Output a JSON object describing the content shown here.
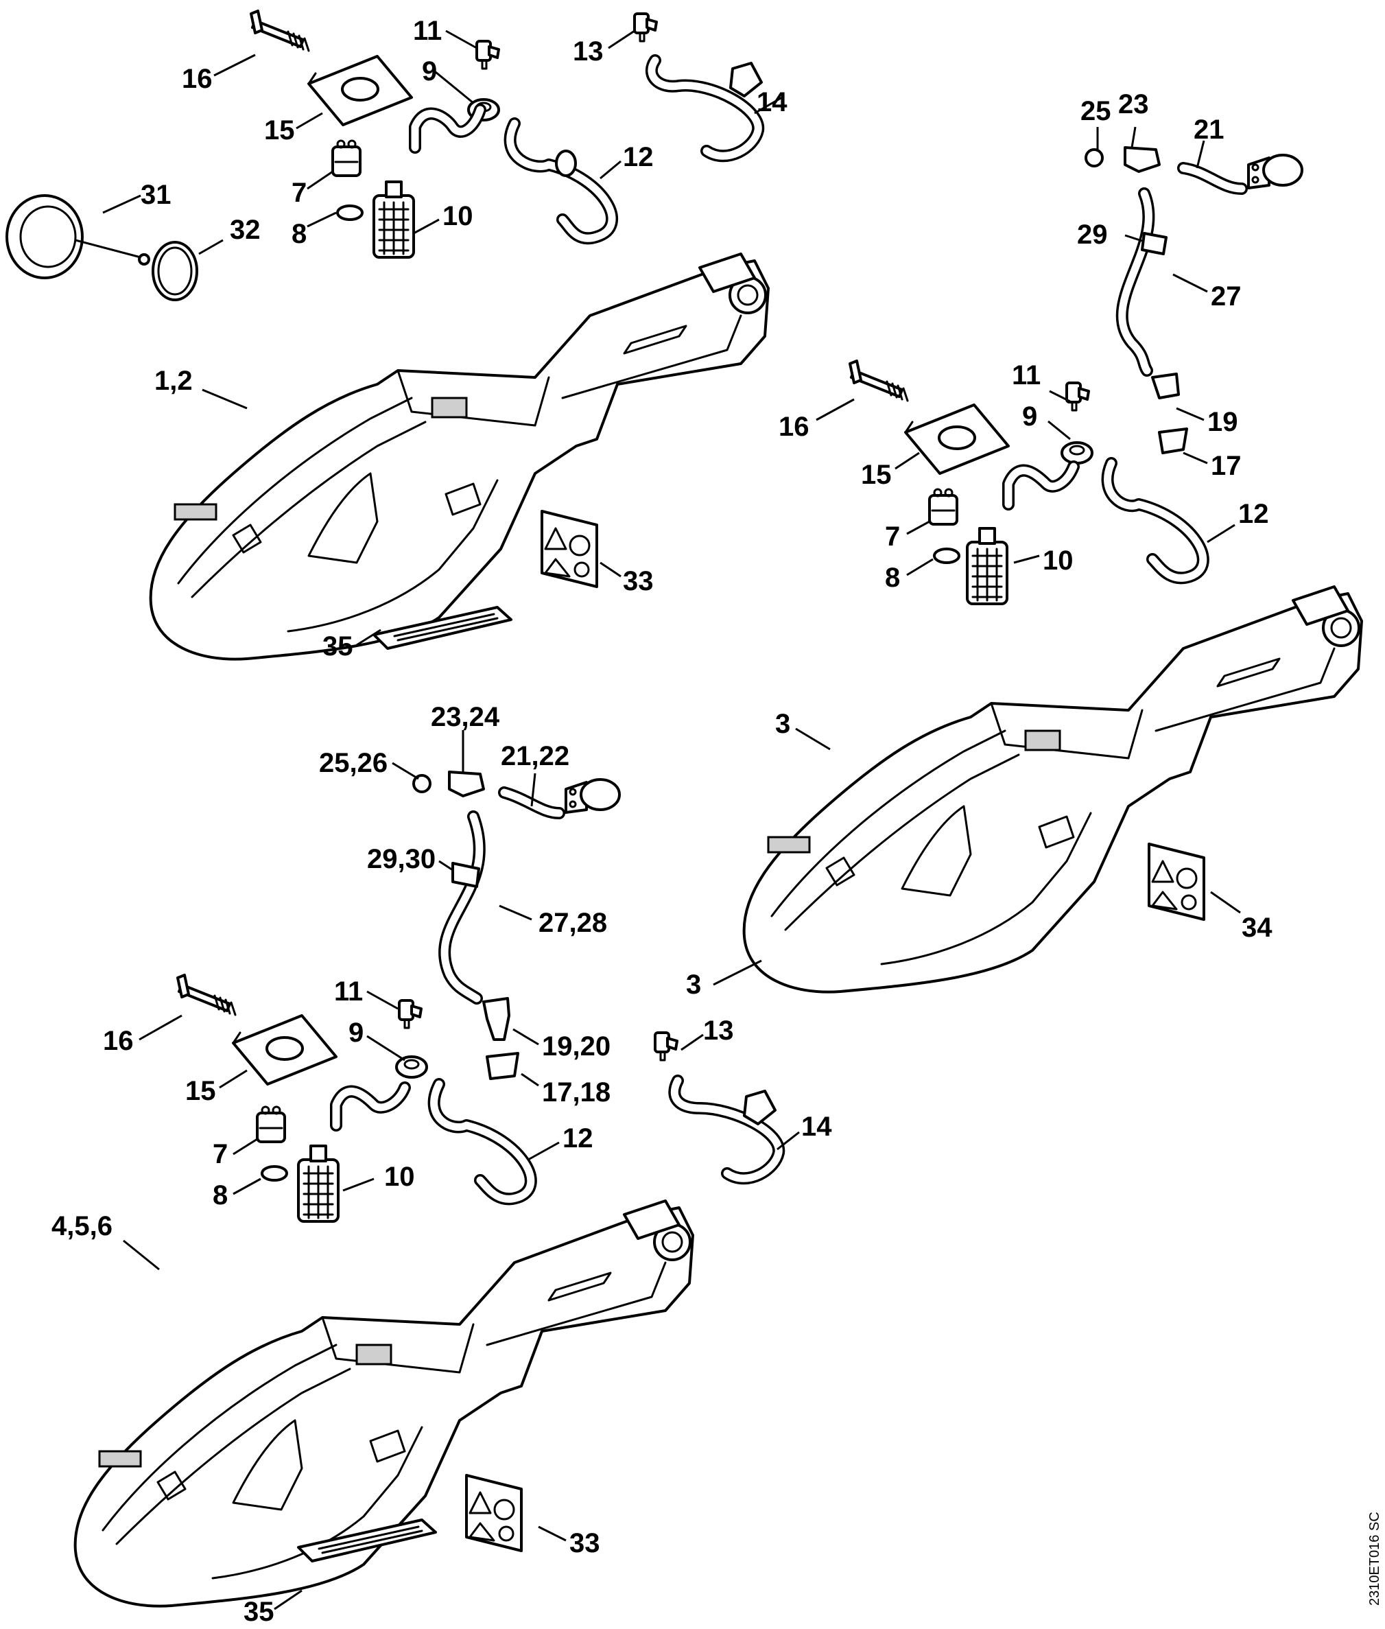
{
  "figure_code": "2310ET016 SC",
  "colors": {
    "line": "#000000",
    "background": "#ffffff",
    "shade": "#cfcfcf"
  },
  "callouts": {
    "tl_16": "16",
    "tl_15": "15",
    "tl_11": "11",
    "tl_9": "9",
    "tl_13": "13",
    "tl_14": "14",
    "tl_12": "12",
    "tl_7": "7",
    "tl_8": "8",
    "tl_10": "10",
    "tl_31": "31",
    "tl_32": "32",
    "tl_1_2": "1,2",
    "tl_33": "33",
    "tl_35": "35",
    "tr_25": "25",
    "tr_23": "23",
    "tr_21": "21",
    "tr_29": "29",
    "tr_27": "27",
    "tr_11": "11",
    "tr_16": "16",
    "tr_9": "9",
    "tr_19": "19",
    "tr_15": "15",
    "tr_17": "17",
    "tr_12": "12",
    "tr_7": "7",
    "tr_10": "10",
    "tr_8": "8",
    "tr_3": "3",
    "tr_34": "34",
    "mid_23_24": "23,24",
    "mid_25_26": "25,26",
    "mid_21_22": "21,22",
    "mid_29_30": "29,30",
    "mid_27_28": "27,28",
    "mid_3": "3",
    "mid_19_20": "19,20",
    "mid_17_18": "17,18",
    "bl_11": "11",
    "bl_16": "16",
    "bl_9": "9",
    "bl_13": "13",
    "bl_15": "15",
    "bl_14": "14",
    "bl_12": "12",
    "bl_7": "7",
    "bl_10": "10",
    "bl_8": "8",
    "bl_4_5_6": "4,5,6",
    "bl_33": "33",
    "bl_35": "35"
  }
}
